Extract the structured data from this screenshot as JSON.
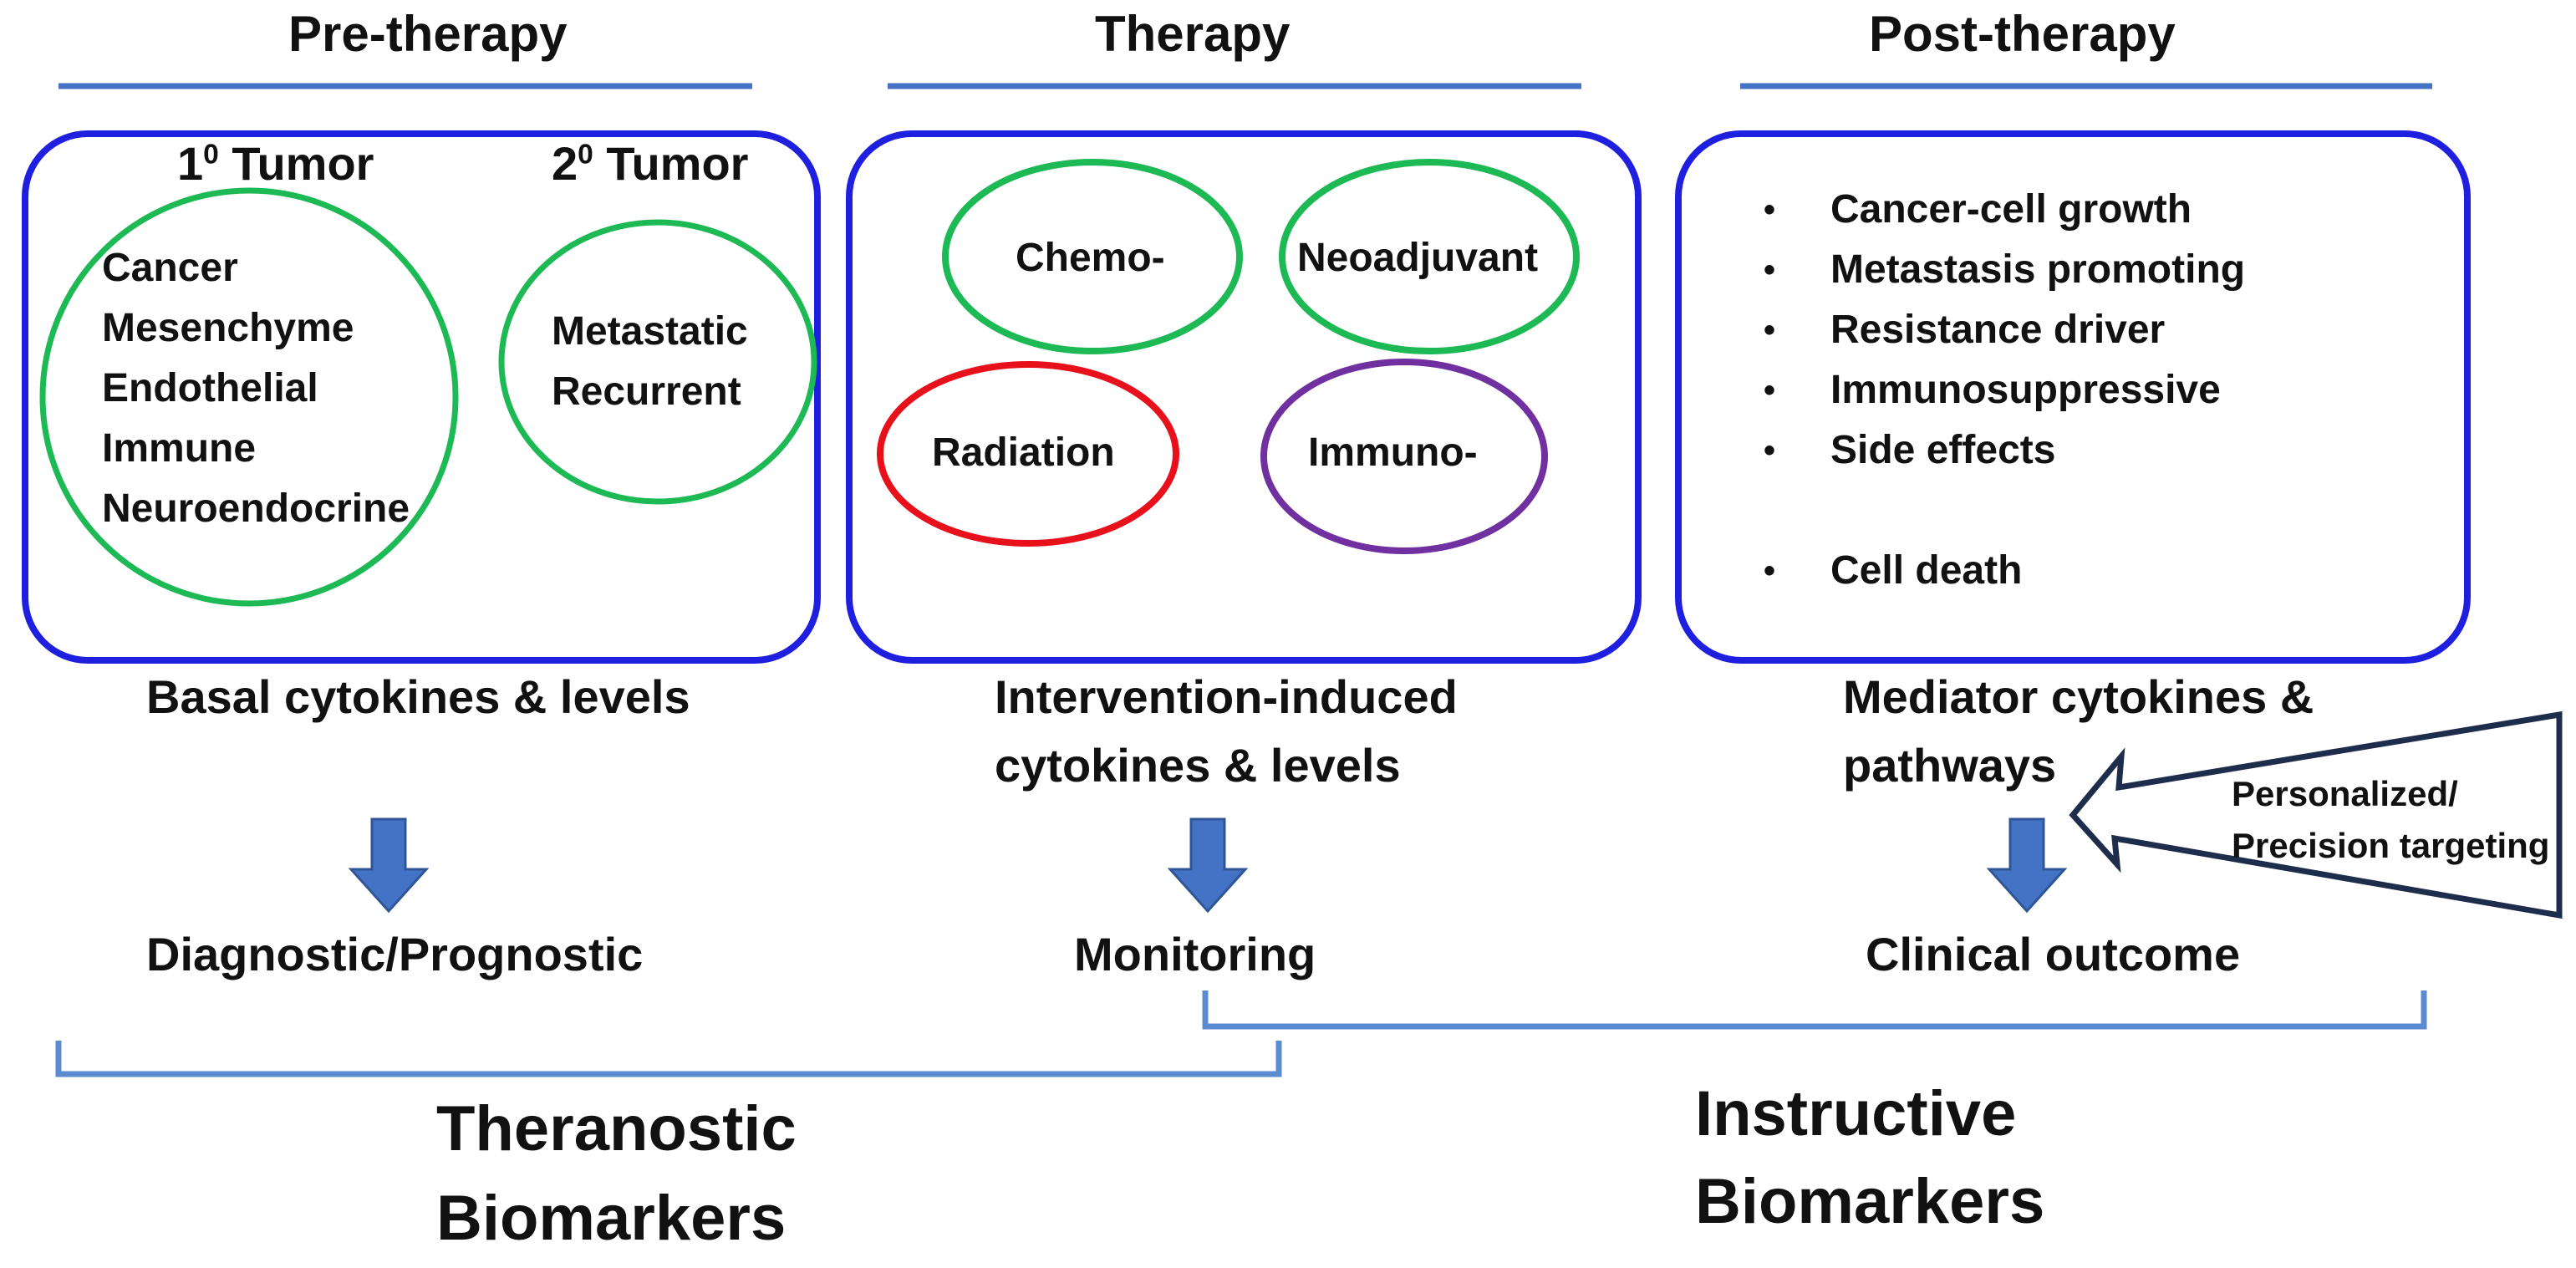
{
  "phases": {
    "pre": "Pre-therapy",
    "therapy": "Therapy",
    "post": "Post-therapy"
  },
  "pre_box": {
    "primary_tumor": {
      "sup": "0",
      "prefix": "1",
      "label": "Tumor"
    },
    "secondary_tumor": {
      "sup": "0",
      "prefix": "2",
      "label": "Tumor"
    },
    "primary_items": [
      "Cancer",
      "Mesenchyme",
      "Endothelial",
      "Immune",
      "Neuroendocrine"
    ],
    "secondary_items": [
      "Metastatic",
      "Recurrent"
    ]
  },
  "therapy_box": {
    "chemo": "Chemo-",
    "neoadjuvant": "Neoadjuvant",
    "radiation": "Radiation",
    "immuno": "Immuno-"
  },
  "post_box": {
    "items": [
      "Cancer-cell growth",
      "Metastasis promoting",
      "Resistance driver",
      "Immunosuppressive",
      "Side effects",
      "Cell death"
    ],
    "bullet": "•"
  },
  "below": {
    "pre": "Basal cytokines & levels",
    "therapy_line1": "Intervention-induced",
    "therapy_line2": "cytokines & levels",
    "post_line1": "Mediator cytokines &",
    "post_line2": "pathways"
  },
  "targeting": {
    "line1": "Personalized/",
    "line2": "Precision targeting"
  },
  "outcomes": {
    "pre": "Diagnostic/Prognostic",
    "therapy": "Monitoring",
    "post": "Clinical outcome"
  },
  "biomarkers": {
    "theranostic_line1": "Theranostic",
    "theranostic_line2": "Biomarkers",
    "instructive_line1": "Instructive",
    "instructive_line2": "Biomarkers"
  },
  "colors": {
    "header_line": "#4472C4",
    "box_border": "#1F1FE0",
    "green": "#1DB954",
    "red": "#E8101A",
    "purple": "#7030A0",
    "arrow_fill": "#4472C4",
    "triangle_stroke": "#1F2D4D",
    "bracket": "#5B8BD0"
  }
}
